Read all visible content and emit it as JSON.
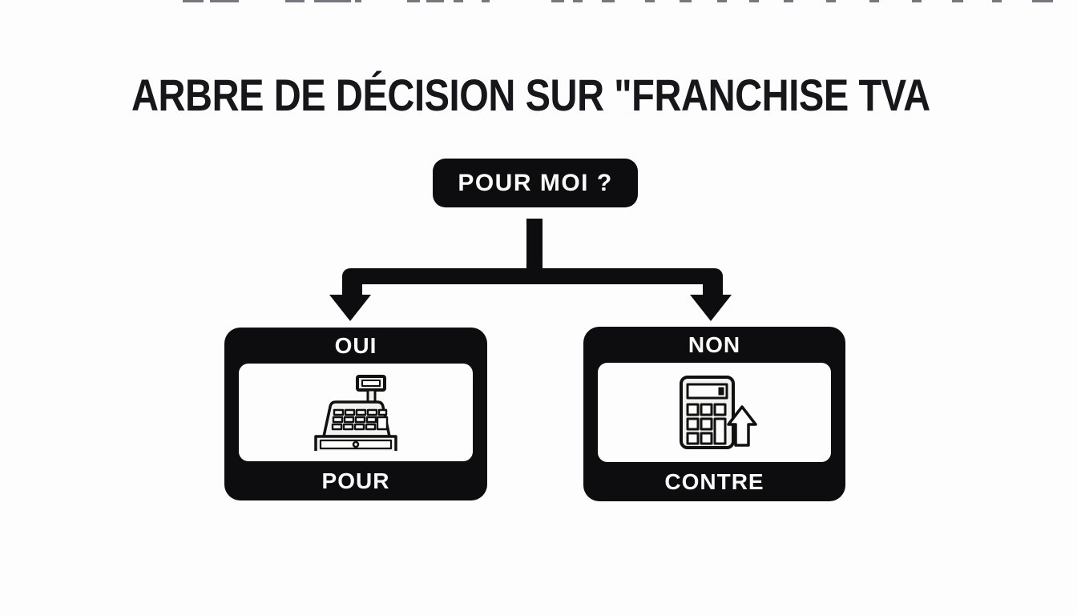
{
  "title": "ARBRE DE DÉCISION SUR \"FRANCHISE TVA",
  "root_node": {
    "label": "POUR MOI ?"
  },
  "branches": [
    {
      "answer": "OUI",
      "verdict": "POUR",
      "icon": "cash-register-icon"
    },
    {
      "answer": "NON",
      "verdict": "CONTRE",
      "icon": "calculator-up-arrow-icon"
    }
  ],
  "colors": {
    "background": "#fdfdfd",
    "node_black": "#0d0d0f",
    "text_on_black": "#fafaf8",
    "title_text": "#17171b",
    "icon_fill": "#f2f2ef",
    "icon_stroke": "#111111"
  }
}
